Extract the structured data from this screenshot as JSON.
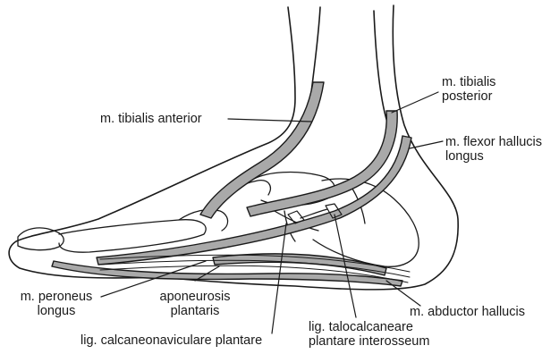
{
  "labels": {
    "tibialis_anterior": "m. tibialis anterior",
    "tibialis_posterior": [
      "m. tibialis",
      "posterior"
    ],
    "flexor_hallucis_longus": [
      "m. flexor hallucis",
      "longus"
    ],
    "peroneus_longus": [
      "m. peroneus",
      "longus"
    ],
    "aponeurosis_plantaris": [
      "aponeurosis",
      "plantaris"
    ],
    "abductor_hallucis": "m. abductor hallucis",
    "lig_calcaneonaviculare": "lig. calcaneonaviculare plantare",
    "lig_talocalcaneare": [
      "lig. talocalcaneare",
      "plantare interosseum"
    ]
  },
  "colors": {
    "ink": "#1a1a1a",
    "tendon_fill": "#a9a9a9",
    "background": "#ffffff"
  }
}
